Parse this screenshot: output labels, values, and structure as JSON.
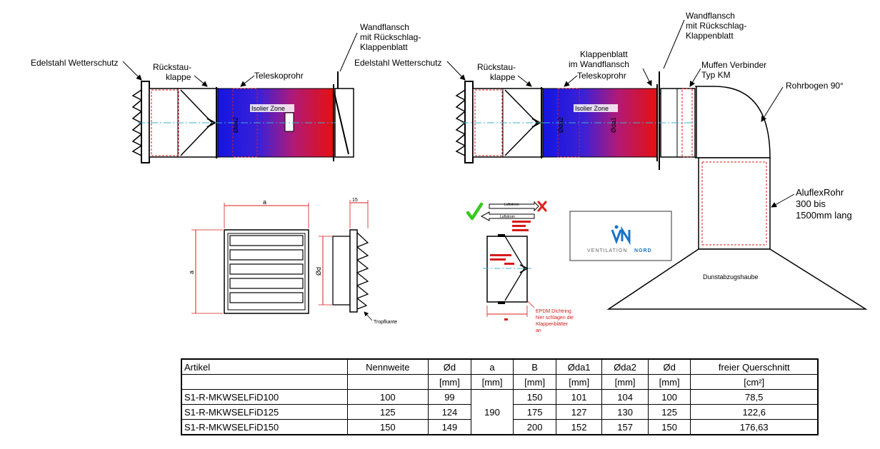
{
  "labels": {
    "left_weather": "Edelstahl Wetterschutz",
    "left_flap_1": "Rückstau-",
    "left_flap_2": "klappe",
    "left_tele": "Teleskoprohr",
    "left_wall_1": "Wandflansch",
    "left_wall_2": "mit Rückschlag-",
    "left_wall_3": "Klappenblatt",
    "left_iso": "Isolier Zone",
    "left_oda2": "Øda2",
    "right_weather": "Edelstahl Wetterschutz",
    "right_flap_1": "Rückstau-",
    "right_flap_2": "klappe",
    "right_kb_1": "Klappenblatt",
    "right_kb_2": "im Wandflansch",
    "right_tele": "Teleskoprohr",
    "right_wall_1": "Wandflansch",
    "right_wall_2": "mit Rückschlag-",
    "right_wall_3": "Klappenblatt",
    "right_muffe_1": "Muffen Verbinder",
    "right_muffe_2": "Typ KM",
    "right_bogen": "Rohrbogen 90°",
    "right_iso": "Isolier Zone",
    "right_oda2": "Øda2",
    "right_oda1": "Øda1",
    "alu_1": "AluflexRohr",
    "alu_2": "300 bis",
    "alu_3": "1500mm lang",
    "hood": "Dunstabzugshaube",
    "dim_a_top": "a",
    "dim_a_side": "a",
    "dim_15": "15",
    "dim_od": "Ød",
    "tropfkante": "Tropfkante",
    "epdm_1": "EPDM Dichtring",
    "epdm_2": "hier schlagen die",
    "epdm_3": "Klappenblätter",
    "epdm_4": "an",
    "arrow_top": "Luftstrom",
    "arrow_bottom": "Luftstrom",
    "logo_sub_1": "VENTILATION",
    "logo_sub_2": "NORD"
  },
  "colors": {
    "iso_blue": "#1515e0",
    "iso_red": "#e51010",
    "logo_blue": "#1a73c9",
    "check_green": "#39c91f",
    "cross_red": "#e02020",
    "mark_red": "#d81b1b"
  },
  "table": {
    "header": [
      "Artikel",
      "Nennweite",
      "Ød",
      "a",
      "B",
      "Øda1",
      "Øda2",
      "Ød",
      "freier Querschnitt"
    ],
    "units": [
      "",
      "",
      "[mm]",
      "[mm]",
      "[mm]",
      "[mm]",
      "[mm]",
      "[mm]",
      "[cm²]"
    ],
    "rows": [
      {
        "artikel": "S1-R-MKWSELFiD100",
        "nennweite": "100",
        "od": "99",
        "b": "150",
        "oda1": "101",
        "oda2": "104",
        "od2": "100",
        "quer": "78,5"
      },
      {
        "artikel": "S1-R-MKWSELFiD125",
        "nennweite": "125",
        "od": "124",
        "b": "175",
        "oda1": "127",
        "oda2": "130",
        "od2": "125",
        "quer": "122,6"
      },
      {
        "artikel": "S1-R-MKWSELFiD150",
        "nennweite": "150",
        "od": "149",
        "b": "200",
        "oda1": "152",
        "oda2": "157",
        "od2": "150",
        "quer": "176,63"
      }
    ],
    "a_merged": "190"
  }
}
